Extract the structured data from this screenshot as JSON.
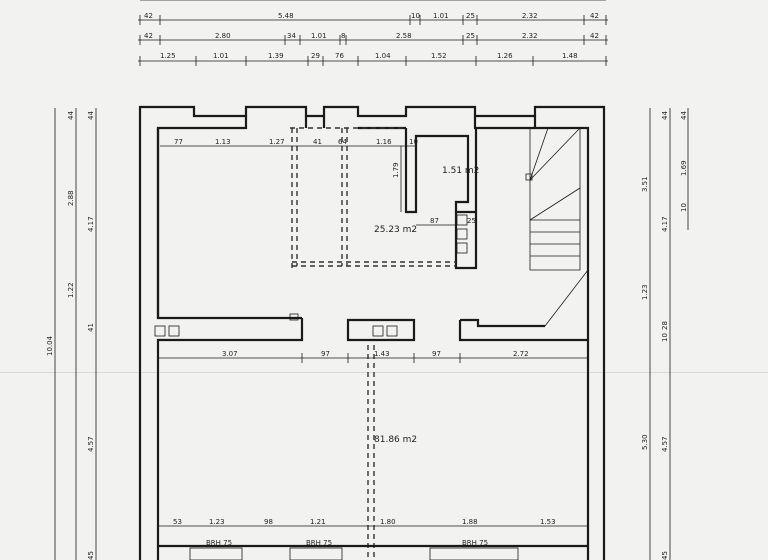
{
  "top_dims": {
    "row1": [
      "42",
      "5.48",
      "10",
      "1.01",
      "25",
      "2.32",
      "42"
    ],
    "row2": [
      "42",
      "2.80",
      "34",
      "1.01",
      "8",
      "2.58",
      "25",
      "2.32",
      "42"
    ],
    "row3": [
      "1.25",
      "1.01",
      "1.39",
      "29",
      "76",
      "1.04",
      "1.52",
      "1.26",
      "1.48"
    ]
  },
  "upper_room": {
    "dims": [
      "77",
      "1.13",
      "1.27",
      "41",
      "64",
      "1.16",
      "10"
    ],
    "area": "25.23 m2",
    "height_dim": "1.79",
    "small_dim": "87",
    "small_dim_2": "25"
  },
  "wc": {
    "area": "1.51 m2"
  },
  "lower_room": {
    "top_dims": [
      "3.07",
      "97",
      "1.43",
      "97",
      "2.72"
    ],
    "area": "81.86 m2",
    "bottom_dims": [
      "53",
      "1.23",
      "98",
      "1.21",
      "1.80",
      "1.88",
      "1.53"
    ],
    "windows": [
      "BRH 75",
      "BRH 75",
      "BRH 75"
    ]
  },
  "left_dims": [
    "44",
    "44",
    "2.88",
    "4.17",
    "1.22",
    "41",
    "10.04",
    "4.57",
    "45"
  ],
  "right_dims": [
    "44",
    "44",
    "1.69",
    "10",
    "3.51",
    "4.17",
    "1.23",
    "28",
    "10",
    "4.57",
    "5.30",
    "45"
  ]
}
